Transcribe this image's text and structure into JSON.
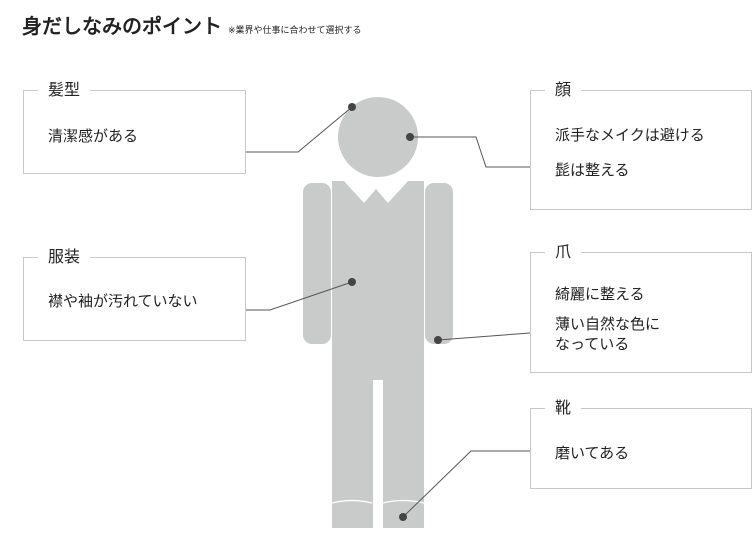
{
  "header": {
    "title": "身だしなみのポイント",
    "note": "※業界や仕事に合わせて選択する"
  },
  "points": [
    {
      "id": "hair",
      "title": "髪型",
      "lines": [
        "清潔感がある"
      ]
    },
    {
      "id": "clothing",
      "title": "服装",
      "lines": [
        "襟や袖が汚れていない"
      ]
    },
    {
      "id": "face",
      "title": "顔",
      "lines": [
        "派手なメイクは避ける",
        "髭は整える"
      ]
    },
    {
      "id": "nails",
      "title": "爪",
      "lines": [
        "綺麗に整える",
        "薄い自然な色に",
        "なっている"
      ]
    },
    {
      "id": "shoes",
      "title": "靴",
      "lines": [
        "磨いてある"
      ]
    }
  ],
  "colors": {
    "figure": "#c9caca",
    "line": "#555555",
    "border": "#c8c8c8"
  }
}
